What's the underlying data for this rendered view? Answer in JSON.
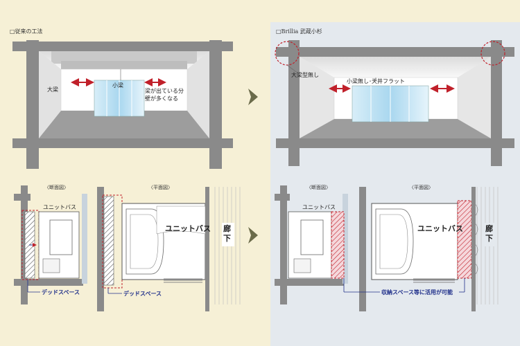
{
  "left_panel": {
    "title": "□従来の工法",
    "label_large_beam": "大梁",
    "label_small_beam": "小梁",
    "label_wall_line1": "梁が出ている分",
    "label_wall_line2": "壁が多くなる",
    "section_caption": "〈断面図〉",
    "plan_caption": "〈平面図〉",
    "label_unit_bath_small": "ユニットバス",
    "label_unit_bath_big": "ユニットバス",
    "label_corridor": "廊下",
    "label_dead_space_1": "デッドスペース",
    "label_dead_space_2": "デッドスペース"
  },
  "right_panel": {
    "title": "□Brillia 武蔵小杉",
    "label_no_large_beam": "大梁型無し",
    "label_no_small_beam": "小梁無し･天井フラット",
    "section_caption": "〈断面図〉",
    "plan_caption": "〈平面図〉",
    "label_unit_bath_small": "ユニットバス",
    "label_unit_bath_big": "ユニットバス",
    "label_corridor": "廊下",
    "label_storage": "収納スペース等に活用が可能"
  },
  "colors": {
    "background": "#f6f0d6",
    "right_background": "#e4e9ee",
    "structure": "#8a8a8a",
    "accent_red": "#c0202a",
    "annotation_blue": "#1f2f8a"
  }
}
